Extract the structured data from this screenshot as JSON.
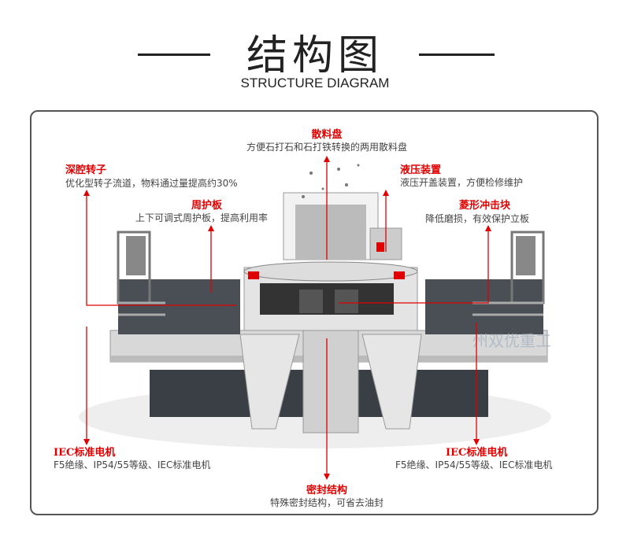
{
  "header": {
    "title": "结构图",
    "subtitle": "STRUCTURE DIAGRAM"
  },
  "watermark": "州双优重工",
  "callouts": {
    "distributor": {
      "title": "散料盘",
      "desc": "方便石打石和石打铁转换的两用散料盘"
    },
    "rotor": {
      "title": "深腔转子",
      "desc": "优化型转子流道，物料通过量提高约30%"
    },
    "hydraulic": {
      "title": "液压装置",
      "desc": "液压开盖装置，方便检修维护"
    },
    "guard_plate": {
      "title": "周护板",
      "desc": "上下可调式周护板，提高利用率"
    },
    "impact_block": {
      "title": "菱形冲击块",
      "desc": "降低磨损，有效保护立板"
    },
    "motor_left": {
      "title": "IEC标准电机",
      "desc": "F5绝缘、IP54/55等级、IEC标准电机"
    },
    "motor_right": {
      "title": "IEC标准电机",
      "desc": "F5绝缘、IP54/55等级、IEC标准电机"
    },
    "seal": {
      "title": "密封结构",
      "desc": "特殊密封结构，可省去油封"
    }
  },
  "colors": {
    "accent": "#e00000",
    "text": "#444444",
    "frame": "#555555"
  }
}
